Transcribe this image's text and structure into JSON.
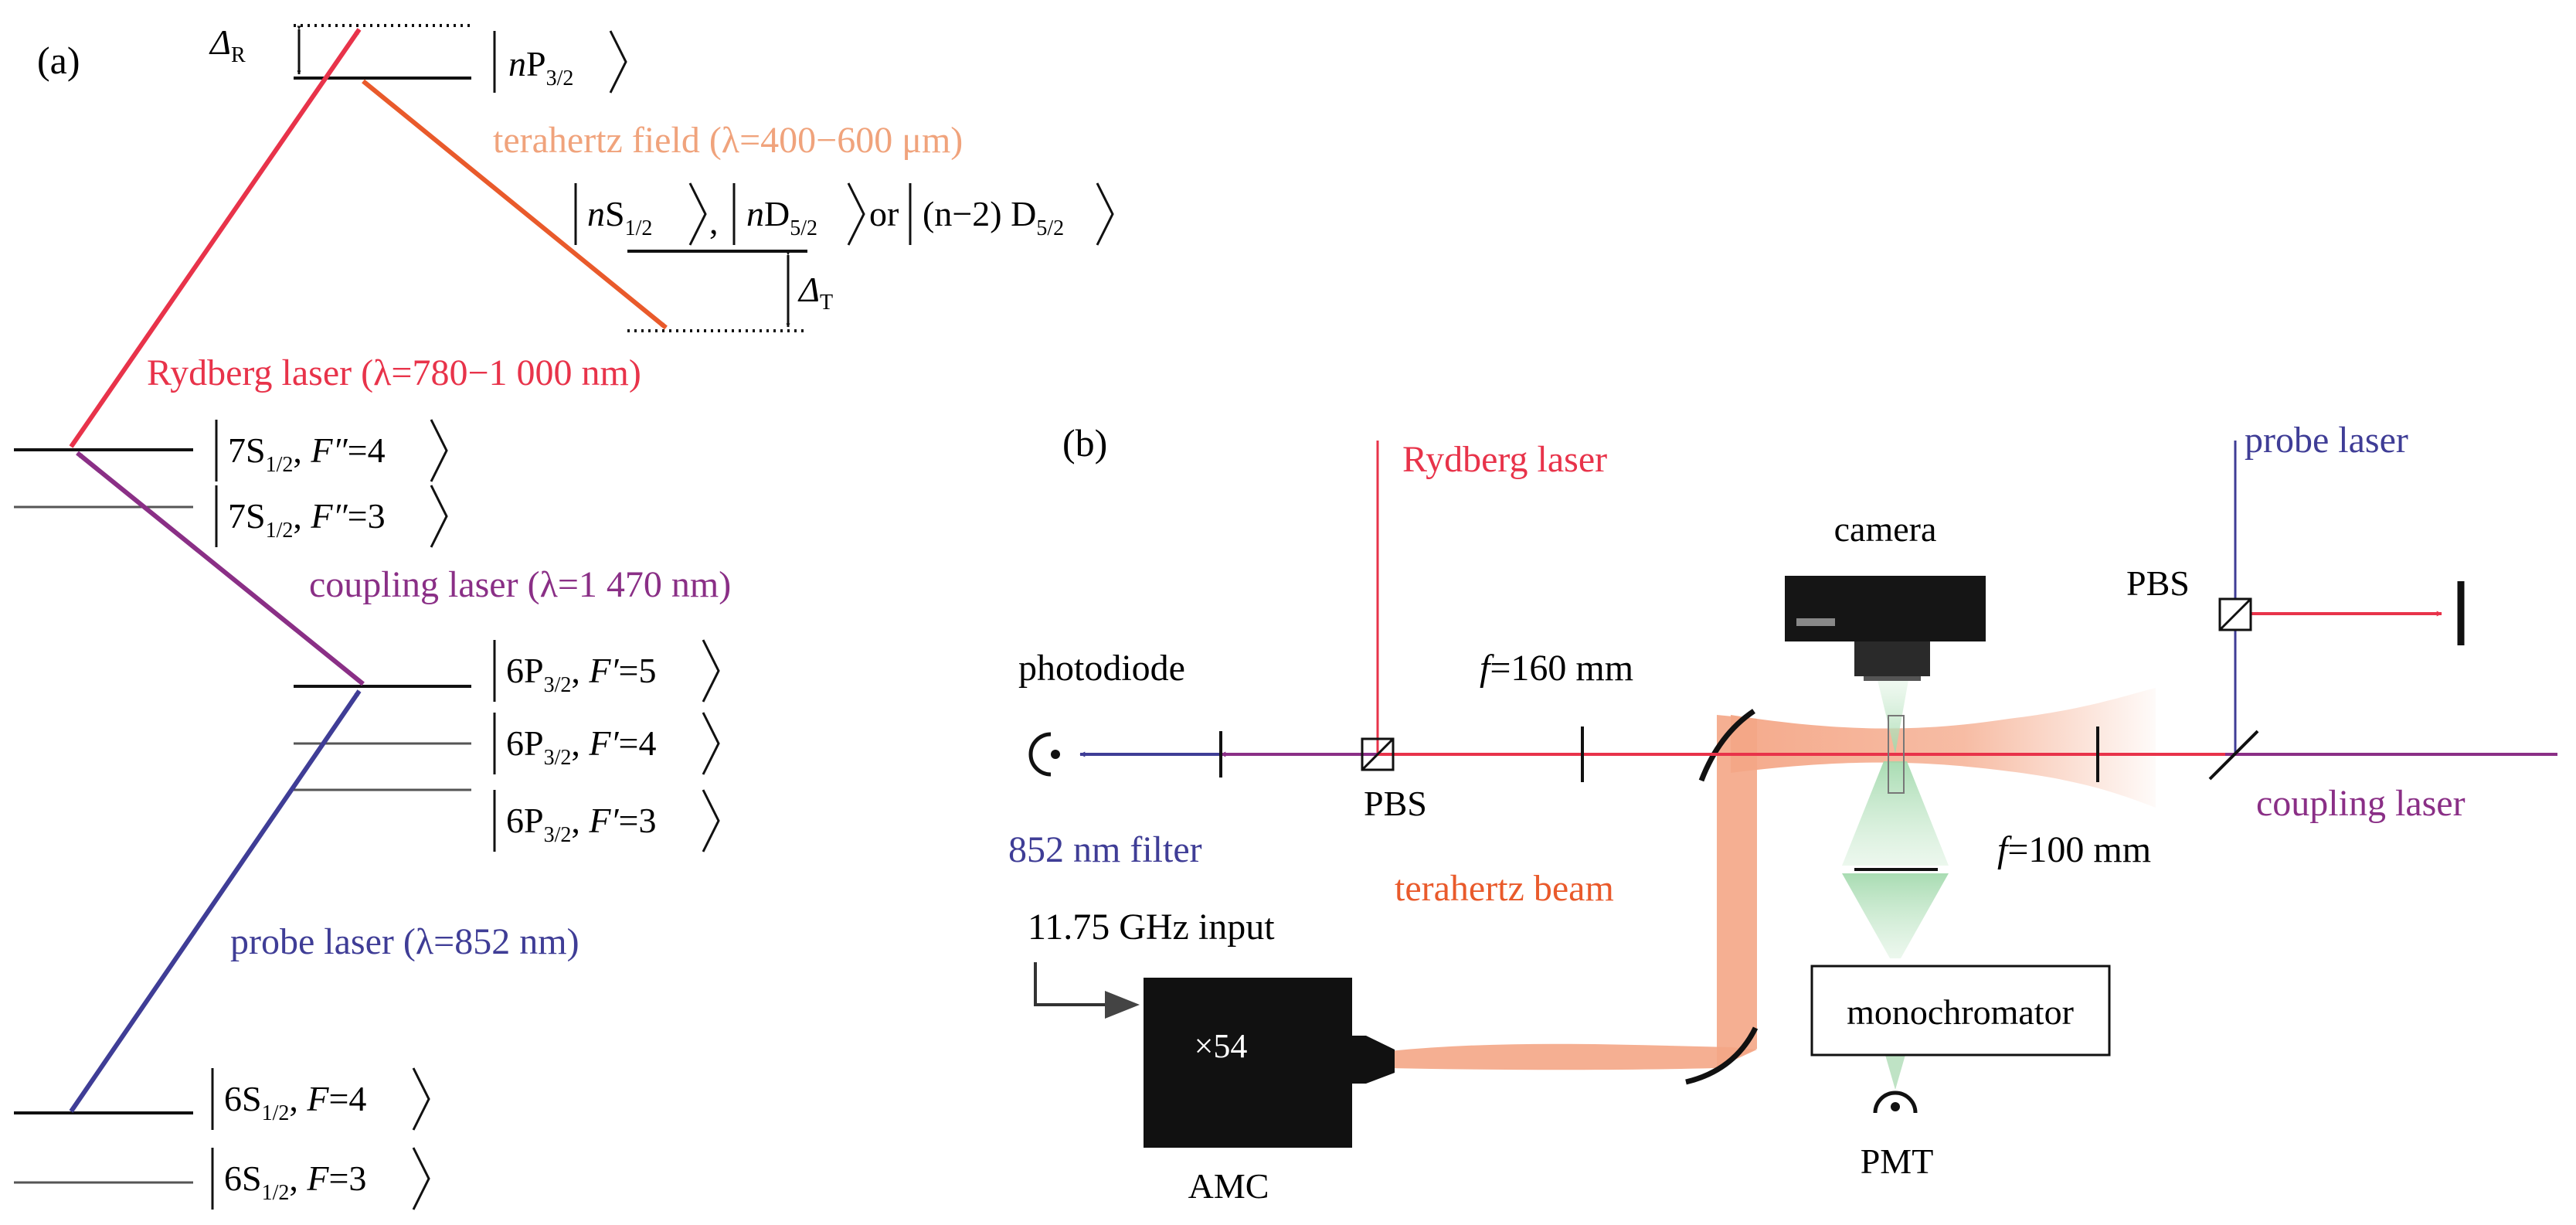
{
  "panel_a": {
    "label": "(a)",
    "delta_r": "Δ",
    "delta_r_sub": "R",
    "delta_t": "Δ",
    "delta_t_sub": "T",
    "state_np": {
      "pre": "n",
      "main": "P",
      "sub": "3/2"
    },
    "terahertz_field": "terahertz field (λ=400−600 μm)",
    "rydberg_laser": "Rydberg laser (λ=780−1 000 nm)",
    "coupling_laser": "coupling laser (λ=1 470 nm)",
    "probe_laser": "probe laser (λ=852 nm)",
    "target_states": {
      "ns": "S",
      "ns_sub": "1/2",
      "nd": "D",
      "nd_sub": "5/2",
      "or": "or",
      "n2": "(n−2) D",
      "n2_sub": "5/2"
    },
    "levels": [
      {
        "id": "7s-f4",
        "main": "7S",
        "sub": "1/2",
        "f": "F″",
        "val": "=4"
      },
      {
        "id": "7s-f3",
        "main": "7S",
        "sub": "1/2",
        "f": "F″",
        "val": "=3"
      },
      {
        "id": "6p-f5",
        "main": "6P",
        "sub": "3/2",
        "f": "F′",
        "val": "=5"
      },
      {
        "id": "6p-f4",
        "main": "6P",
        "sub": "3/2",
        "f": "F′",
        "val": "=4"
      },
      {
        "id": "6p-f3",
        "main": "6P",
        "sub": "3/2",
        "f": "F′",
        "val": "=3"
      },
      {
        "id": "6s-f4",
        "main": "6S",
        "sub": "1/2",
        "f": "F",
        "val": "=4"
      },
      {
        "id": "6s-f3",
        "main": "6S",
        "sub": "1/2",
        "f": "F",
        "val": "=3"
      }
    ]
  },
  "panel_b": {
    "label": "(b)",
    "rydberg_laser": "Rydberg laser",
    "probe_laser": "probe laser",
    "camera": "camera",
    "pbs_top": "PBS",
    "pbs_left": "PBS",
    "photodiode": "photodiode",
    "f160_f": "f",
    "f160_rest": "=160 mm",
    "f100_f": "f",
    "f100_rest": "=100 mm",
    "filter": "852 nm filter",
    "terahertz_beam": "terahertz beam",
    "coupling_laser": "coupling laser",
    "input": "11.75 GHz input",
    "multiplier": "×54",
    "amc": "AMC",
    "monochromator": "monochromator",
    "pmt": "PMT"
  },
  "colors": {
    "rydberg": "#e8334a",
    "terahertz": "#e95a2b",
    "terahertz_light": "#f0a37c",
    "coupling": "#8a2f86",
    "probe": "#3f3d96",
    "beam_fill": "#f4a686",
    "green_fill": "#bfe3c5"
  }
}
